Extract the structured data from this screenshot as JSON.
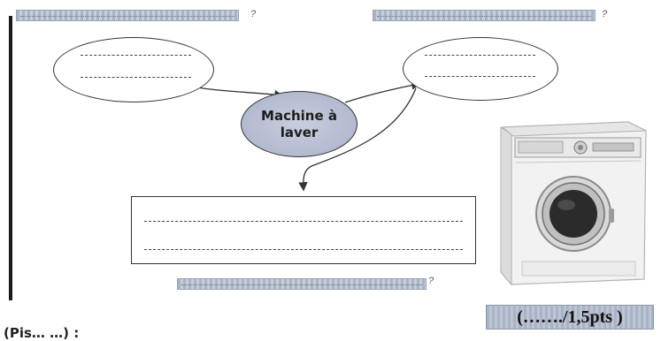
{
  "questions": {
    "top_left": {
      "mark": "?"
    },
    "top_right": {
      "mark": "?"
    },
    "bottom": {
      "mark": "?"
    }
  },
  "center_node": {
    "label": "Machine à\nlaver"
  },
  "score": {
    "label": "(……./1,5pts )"
  },
  "bottom_text": {
    "label": "(Pis… …) :"
  },
  "colors": {
    "center_fill": "#b3b9cf",
    "question_bar": "#a9b3c6",
    "outline": "#333333"
  },
  "icons": {
    "illustration": "washing-machine-icon"
  }
}
